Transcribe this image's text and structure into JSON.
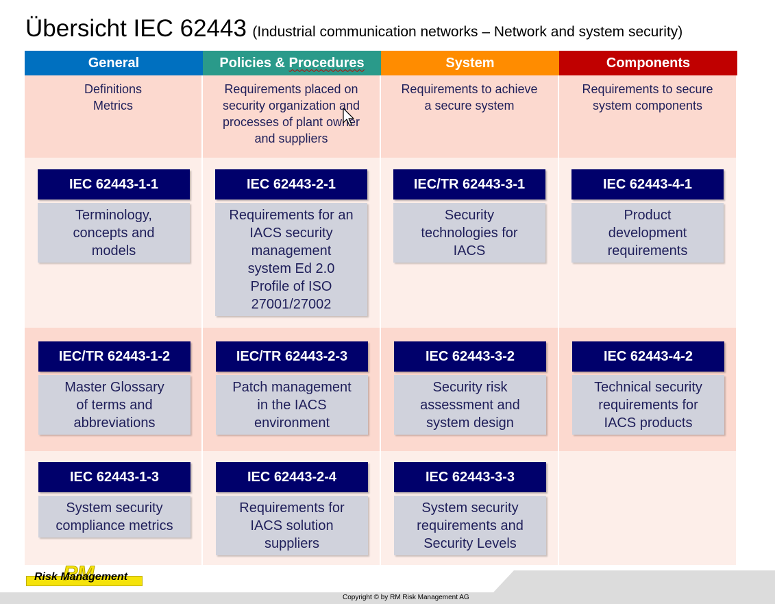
{
  "title": {
    "main": "Übersicht IEC 62443",
    "sub": "(Industrial communication networks – Network and system security)"
  },
  "colors": {
    "general": "#0070c0",
    "policies": "#2a9a8a",
    "system": "#ff8c00",
    "components": "#c00000",
    "desc_band": "#fcd9cf",
    "light_band": "#fdeee9",
    "std_title": "#00006b",
    "std_desc": "#d0d2dc"
  },
  "columns": [
    {
      "header_a": "General",
      "header_b": "",
      "desc": [
        "Definitions",
        "Metrics"
      ]
    },
    {
      "header_a": "Policies & ",
      "header_b": "Procedures",
      "desc": [
        "Requirements placed on",
        "security organization and",
        "processes of plant owner",
        "and suppliers"
      ]
    },
    {
      "header_a": "System",
      "header_b": "",
      "desc": [
        "Requirements to achieve",
        "a secure system"
      ]
    },
    {
      "header_a": "Components",
      "header_b": "",
      "desc": [
        "Requirements to secure",
        "system components"
      ]
    }
  ],
  "rows": [
    [
      {
        "title": "IEC 62443-1-1",
        "desc": [
          "Terminology,",
          "concepts and",
          "models"
        ]
      },
      {
        "title": "IEC 62443-2-1",
        "desc": [
          "Requirements for an",
          "IACS security",
          "management",
          "system Ed 2.0",
          "Profile of ISO",
          "27001/27002"
        ]
      },
      {
        "title": "IEC/TR 62443-3-1",
        "desc": [
          "Security",
          "technologies for",
          "IACS"
        ]
      },
      {
        "title": "IEC 62443-4-1",
        "desc": [
          "Product",
          "development",
          "requirements"
        ]
      }
    ],
    [
      {
        "title": "IEC/TR 62443-1-2",
        "desc": [
          "Master Glossary",
          "of terms and",
          "abbreviations"
        ]
      },
      {
        "title": "IEC/TR 62443-2-3",
        "desc": [
          "Patch management",
          "in the IACS",
          "environment"
        ]
      },
      {
        "title": "IEC 62443-3-2",
        "desc": [
          "Security risk",
          "assessment and",
          "system design"
        ]
      },
      {
        "title": "IEC 62443-4-2",
        "desc": [
          "Technical security",
          "requirements for",
          "IACS products"
        ]
      }
    ],
    [
      {
        "title": "IEC 62443-1-3",
        "desc": [
          "System security",
          "compliance metrics"
        ]
      },
      {
        "title": "IEC 62443-2-4",
        "desc": [
          "Requirements for",
          "IACS solution",
          "suppliers"
        ]
      },
      {
        "title": "IEC 62443-3-3",
        "desc": [
          "System security",
          "requirements and",
          "Security Levels"
        ]
      },
      null
    ]
  ],
  "footer": {
    "logo_rm": "RM",
    "logo_text": "Risk Management",
    "copyright": "Copyright ©  by RM Risk Management AG"
  },
  "icons": {
    "cursor": "mouse-pointer-icon"
  }
}
